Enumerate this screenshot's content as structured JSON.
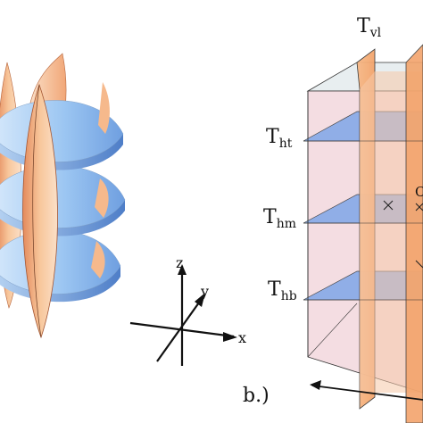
{
  "panel_b_label": "b.)",
  "axes": {
    "x": "x",
    "y": "y",
    "z": "z"
  },
  "planes": [
    {
      "main": "T",
      "sub": "vl"
    },
    {
      "main": "T",
      "sub": "ht"
    },
    {
      "main": "T",
      "sub": "hm"
    },
    {
      "main": "T",
      "sub": "hb"
    }
  ],
  "colors": {
    "disk_blue": "#8ab8ee",
    "sheet_orange": "#f4b585",
    "vertical_plane_orange": "#f6b27a",
    "box_face_pink": "#f3d8dc",
    "horizontal_plane_blue": "#7fa6e6",
    "edge": "#222222"
  }
}
